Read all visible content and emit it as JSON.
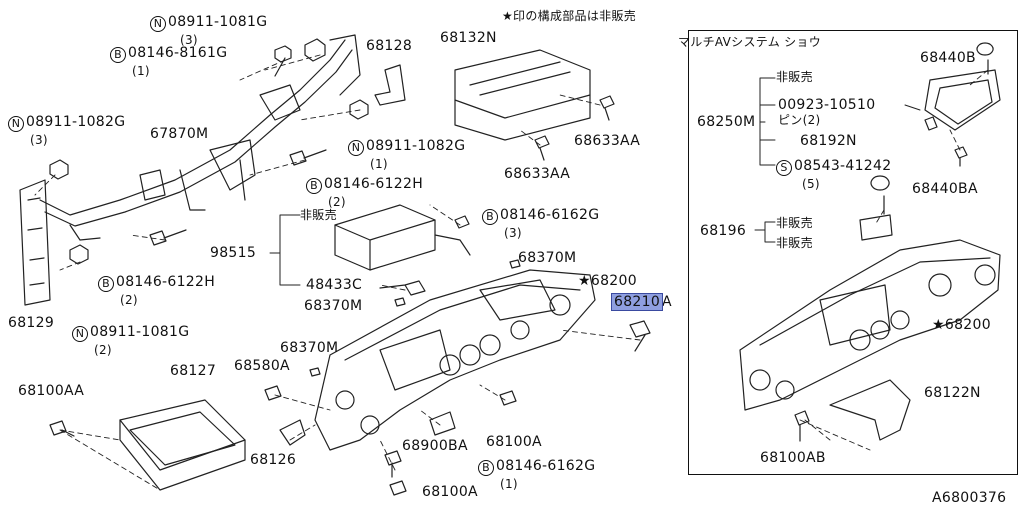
{
  "note_top": "★印の構成部品は非販売",
  "inset_title": "マルチAVシステム ショウ",
  "non_sale": "非販売",
  "pin": "ピン(2)",
  "diagram_id": "A6800376",
  "parts": {
    "n_08911_1081G_top": {
      "prefix": "N",
      "code": "08911-1081G",
      "qty": "(3)"
    },
    "b_08146_8161G": {
      "prefix": "B",
      "code": "08146-8161G",
      "qty": "(1)"
    },
    "n_08911_1082G_left": {
      "prefix": "N",
      "code": "08911-1082G",
      "qty": "(3)"
    },
    "p_67870M": "67870M",
    "p_68129": "68129",
    "b_08146_6122H_left": {
      "prefix": "B",
      "code": "08146-6122H",
      "qty": "(2)"
    },
    "n_08911_1081G_bottom": {
      "prefix": "N",
      "code": "08911-1081G",
      "qty": "(2)"
    },
    "p_68128": "68128",
    "n_08911_1082G_mid": {
      "prefix": "N",
      "code": "08911-1082G",
      "qty": "(1)"
    },
    "b_08146_6122H_mid": {
      "prefix": "B",
      "code": "08146-6122H",
      "qty": "(2)"
    },
    "p_98515": "98515",
    "p_48433C": "48433C",
    "p_68370M_a": "68370M",
    "p_68370M_b": "68370M",
    "p_68370M_c": "68370M",
    "p_68132N": "68132N",
    "p_68633AA_a": "68633AA",
    "p_68633AA_b": "68633AA",
    "b_08146_6162G_top": {
      "prefix": "B",
      "code": "08146-6162G",
      "qty": "(3)"
    },
    "p_68200": "68200",
    "p_68210A": "68210",
    "p_68210A_suffix": "A",
    "p_68100AA": "68100AA",
    "p_68127": "68127",
    "p_68580A": "68580A",
    "p_68126": "68126",
    "p_68900BA": "68900BA",
    "p_68100A_a": "68100A",
    "b_08146_6162G_bottom": {
      "prefix": "B",
      "code": "08146-6162G",
      "qty": "(1)"
    },
    "p_68100A_b": "68100A",
    "p_68440B": "68440B",
    "p_68250M": "68250M",
    "p_00923_10510": "00923-10510",
    "p_68192N": "68192N",
    "s_08543_41242": {
      "prefix": "S",
      "code": "08543-41242",
      "qty": "(5)"
    },
    "p_68440BA": "68440BA",
    "p_68196": "68196",
    "p_68200_inset": "68200",
    "p_68122N": "68122N",
    "p_68100AB": "68100AB"
  }
}
